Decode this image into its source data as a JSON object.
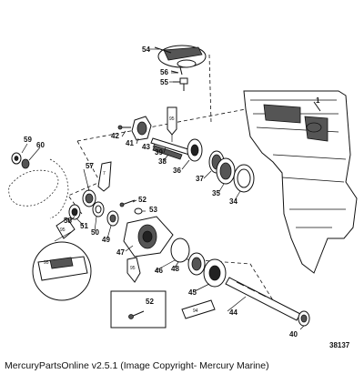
{
  "diagram": {
    "reference_number": "38137",
    "part_numbers": [
      "54",
      "56",
      "55",
      "1",
      "42",
      "41",
      "43",
      "39",
      "38",
      "36",
      "37",
      "35",
      "34",
      "59",
      "60",
      "57",
      "7",
      "52",
      "53",
      "58",
      "51",
      "50",
      "49",
      "47",
      "48",
      "46",
      "45",
      "95",
      "44",
      "40",
      "52"
    ],
    "tube_labels": [
      "95",
      "7",
      "95",
      "95",
      "95",
      "94"
    ]
  },
  "footer": {
    "caption": "MercuryPartsOnline v2.5.1 (Image Copyright- Mercury Marine)"
  }
}
